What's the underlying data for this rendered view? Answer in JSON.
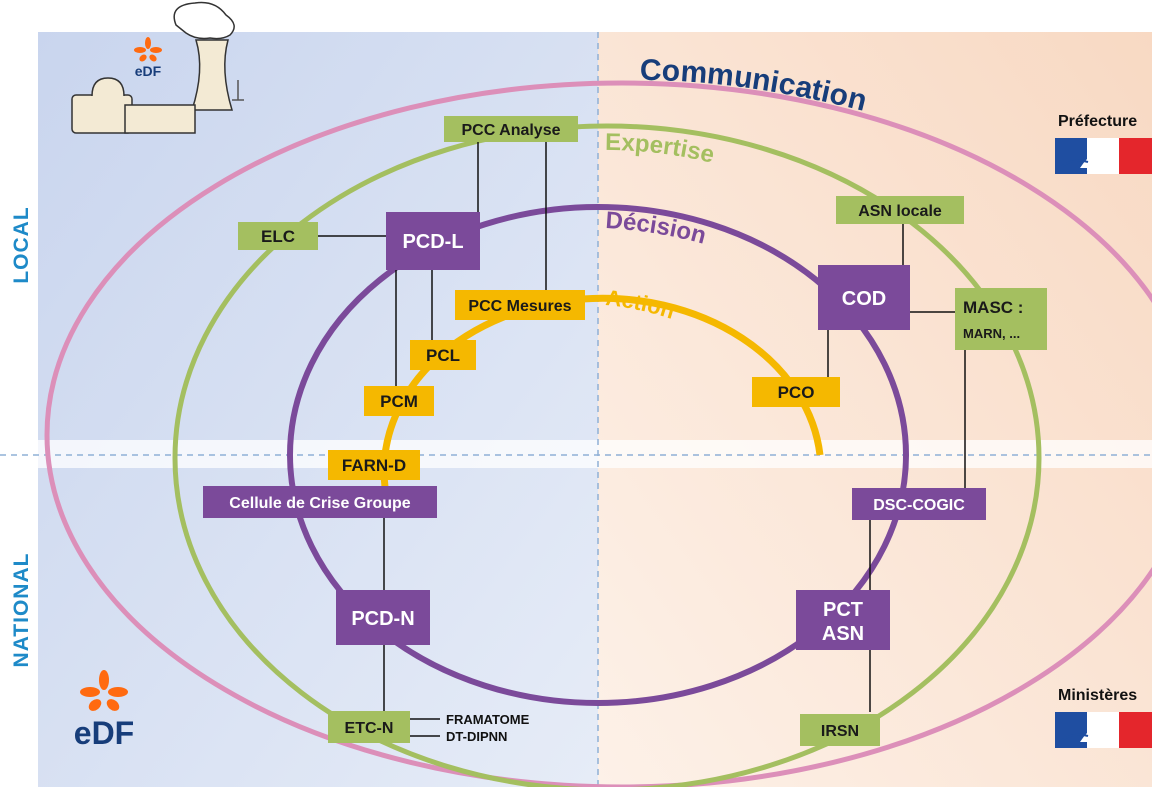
{
  "regions": {
    "local": "LOCAL",
    "national": "NATIONAL"
  },
  "rings": {
    "communication": "Communication",
    "expertise": "Expertise",
    "decision": "Décision",
    "action": "Action"
  },
  "nodes": {
    "pcc_analyse": "PCC Analyse",
    "elc": "ELC",
    "pcd_l": "PCD-L",
    "pcc_mesures": "PCC Mesures",
    "pcl": "PCL",
    "pcm": "PCM",
    "farn_d": "FARN-D",
    "cellule_crise": "Cellule de Crise Groupe",
    "pcd_n": "PCD-N",
    "etc_n": "ETC-N",
    "framatome": "FRAMATOME",
    "dt_dipnn": "DT-DIPNN",
    "asn_locale": "ASN locale",
    "cod": "COD",
    "masc_line1": "MASC :",
    "masc_line2": "MARN, ...",
    "pco": "PCO",
    "dsc_cogic": "DSC-COGIC",
    "pct_line1": "PCT",
    "pct_line2": "ASN",
    "irsn": "IRSN"
  },
  "authorities": {
    "prefecture": "Préfecture",
    "ministeres": "Ministères"
  },
  "logos": {
    "edf_top": "eDF",
    "edf_bottom": "eDF"
  },
  "colors": {
    "bg_left": "#d5dff0",
    "bg_right": "#fbe6d6",
    "communication": "#dc8fb9",
    "expertise": "#a4bf60",
    "decision": "#7b4a9a",
    "action": "#f5b800",
    "communication_text": "#173d7a",
    "edf_orange": "#ff6a10",
    "edf_blue": "#173d7a"
  }
}
